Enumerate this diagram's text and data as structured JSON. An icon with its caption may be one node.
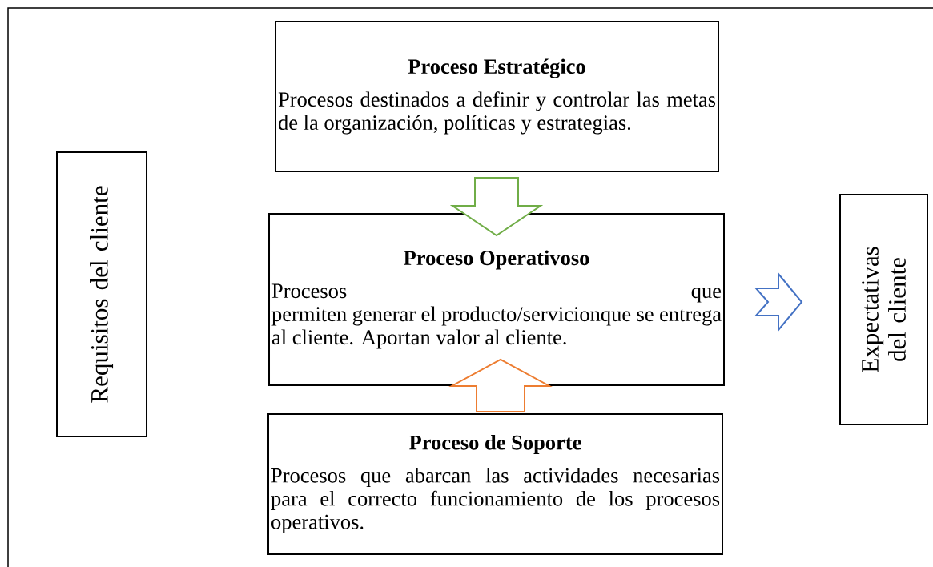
{
  "diagram": {
    "nodes": [
      {
        "text": [
          "Requisitos del cliente"
        ]
      },
      {
        "text": [
          "Proceso Estratégico",
          "Procesos destinados a definir y controlar las metas de la organización, políticas y estrategias."
        ]
      },
      {
        "text": [
          "Proceso Operativoso",
          "Procesos que permiten generar el producto/servicionque se entrega al cliente. Aportan valor al cliente."
        ]
      },
      {
        "text": [
          "Proceso de Soporte",
          "Procesos que abarcan las actividades necesarias para el correcto funcionamiento de los procesos operativos."
        ]
      },
      {
        "text": [
          "Expectativas del cliente"
        ]
      }
    ],
    "edges": [
      {
        "from": 1,
        "to": 2,
        "arrow": "to",
        "color": "#70ad47"
      },
      {
        "from": 3,
        "to": 2,
        "arrow": "to",
        "color": "#ed7d31"
      },
      {
        "from": 2,
        "to": 4,
        "arrow": "to",
        "color": "#4472c4"
      }
    ]
  }
}
